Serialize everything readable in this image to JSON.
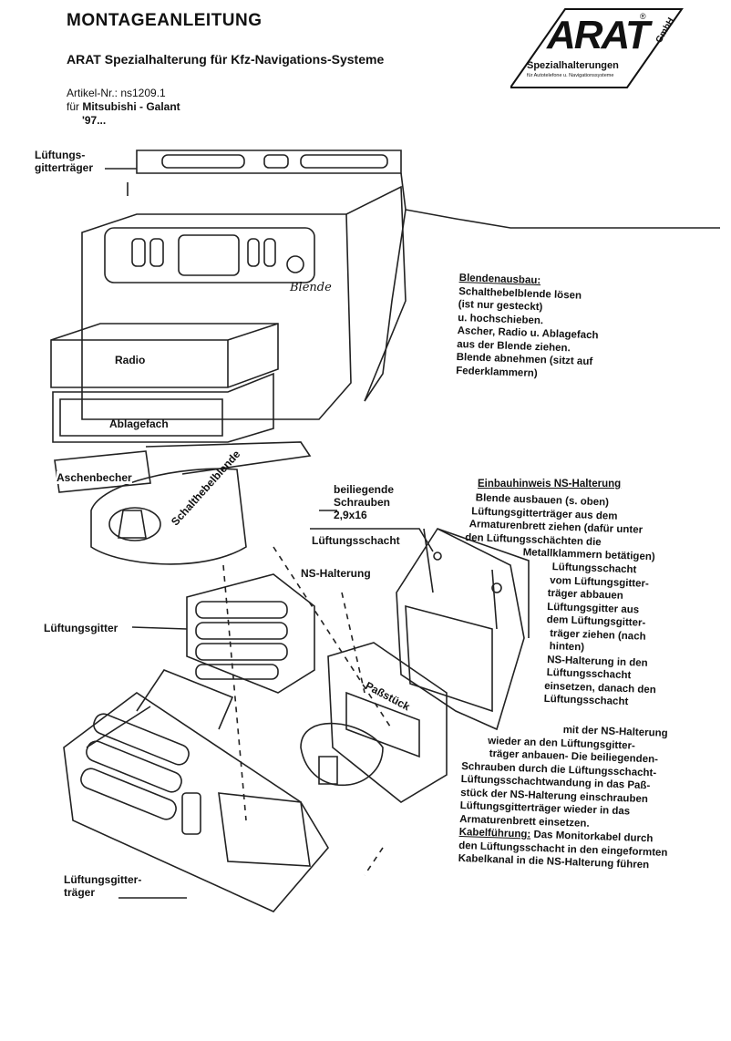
{
  "header": {
    "title": "MONTAGEANLEITUNG",
    "subtitle": "ARAT Spezialhalterung für Kfz-Navigations-Systeme",
    "article": "Artikel-Nr.: ns1209.1",
    "vehicle_prefix": "für ",
    "vehicle": "Mitsubishi - Galant",
    "year": "'97..."
  },
  "logo": {
    "brand": "ARAT",
    "registered": "®",
    "suffix": "GmbH",
    "tagline": "Spezialhalterungen",
    "tagline_small": "für Autotelefone u. Navigationssysteme"
  },
  "labels": {
    "lueftungsgittertraeger_top": [
      "Lüftungs-",
      "gitterträger"
    ],
    "blende": "Blende",
    "radio": "Radio",
    "ablagefach": "Ablagefach",
    "aschenbecher": "Aschenbecher",
    "schalthebelblende": "Schalthebelblende",
    "schrauben": [
      "beiliegende",
      "Schrauben",
      "2,9x16"
    ],
    "lueftungsschacht": "Lüftungsschacht",
    "ns_halterung": "NS-Halterung",
    "lueftungsgitter": "Lüftungsgitter",
    "passstueck": "Paßstück",
    "lueftungsgittertraeger_bottom": [
      "Lüftungsgitter-",
      "träger"
    ]
  },
  "blendenausbau": {
    "heading": "Blendenausbau:",
    "lines": [
      "Schalthebelblende lösen",
      "(ist nur gesteckt)",
      "u. hochschieben.",
      "Ascher, Radio u. Ablagefach",
      "aus der Blende ziehen.",
      "Blende abnehmen (sitzt auf",
      "Federklammern)"
    ]
  },
  "einbauhinweis": {
    "heading": "Einbauhinweis NS-Halterung",
    "lines": [
      "Blende ausbauen (s. oben)",
      "Lüftungsgitterträger aus dem",
      "Armaturenbrett ziehen (dafür unter",
      "den Lüftungsschächten die",
      "Metallklammern betätigen)",
      "Lüftungsschacht",
      "vom Lüftungsgitter-",
      "träger abbauen",
      "Lüftungsgitter aus",
      "dem Lüftungsgitter-",
      "träger ziehen  (nach",
      "hinten)",
      "NS-Halterung in den",
      "Lüftungsschacht",
      "einsetzen, danach den",
      "Lüftungsschacht",
      "mit der NS-Halterung",
      "wieder an den Lüftungsgitter-",
      "träger anbauen- Die beiliegenden-",
      "Schrauben durch die Lüftungsschacht-",
      "Lüftungsschachtwandung in das Paß-",
      "stück der NS-Halterung einschrauben",
      "Lüftungsgitterträger wieder in das",
      "Armaturenbrett einsetzen."
    ],
    "kabel_heading": "Kabelführung:",
    "kabel_lines": [
      " Das Monitorkabel durch",
      "den Lüftungsschacht in den eingeformten",
      "Kabelkanal in die NS-Halterung führen"
    ]
  }
}
